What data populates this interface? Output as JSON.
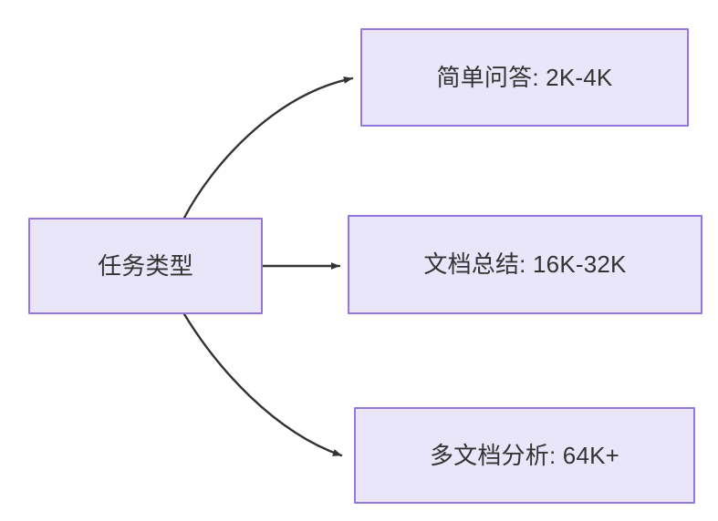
{
  "diagram": {
    "type": "flowchart",
    "direction": "left-to-right",
    "background_color": "#ffffff",
    "node_fill_color": "#e9e6fa",
    "node_border_color": "#9575de",
    "node_text_color": "#333333",
    "edge_color": "#333333",
    "root": {
      "id": "task-type",
      "label": "任务类型"
    },
    "branches": [
      {
        "id": "simple-qa",
        "label": "简单问答: 2K-4K",
        "edge_style": "curved-up"
      },
      {
        "id": "doc-summary",
        "label": "文档总结: 16K-32K",
        "edge_style": "straight"
      },
      {
        "id": "multi-doc-analysis",
        "label": "多文档分析: 64K+",
        "edge_style": "curved-down"
      }
    ]
  }
}
